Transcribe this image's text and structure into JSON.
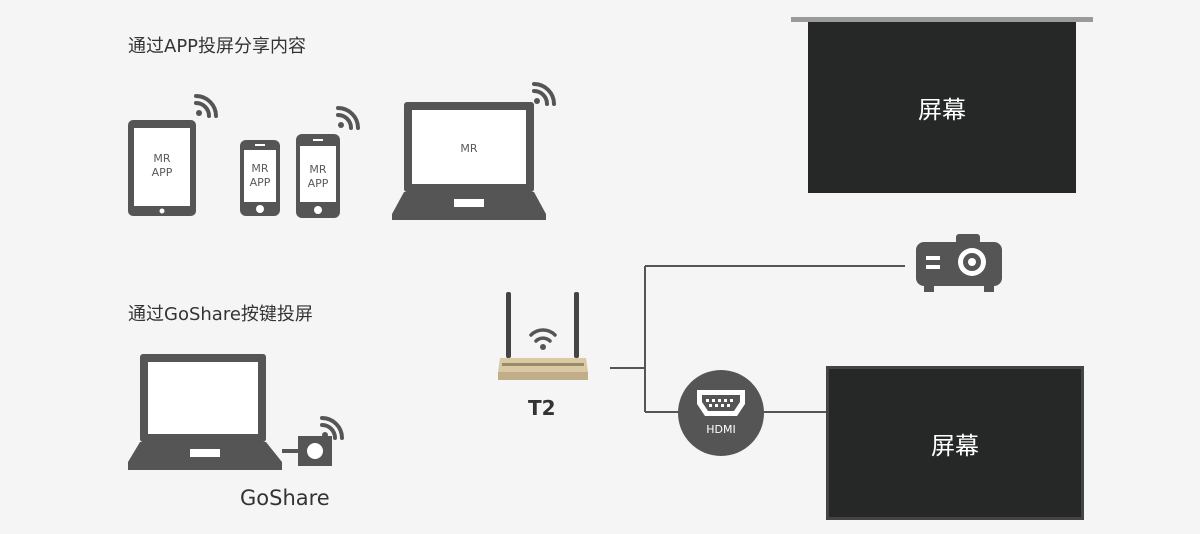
{
  "sections": {
    "app_title": "通过APP投屏分享内容",
    "goshare_title": "通过GoShare按键投屏"
  },
  "devices": {
    "tablet_text": "MR\nAPP",
    "phone1_text": "MR\nAPP",
    "phone2_text": "MR\nAPP",
    "laptop_text": "MR",
    "dongle_label": "GoShare",
    "router_label": "T2",
    "hdmi_label": "HDMI"
  },
  "screens": {
    "top_screen_label": "屏幕",
    "bottom_screen_label": "屏幕"
  },
  "colors": {
    "device_gray": "#555555",
    "screen_dark": "#262828",
    "line_gray": "#555555",
    "background": "#f5f5f5",
    "router_gold": "#d9c9a4"
  }
}
